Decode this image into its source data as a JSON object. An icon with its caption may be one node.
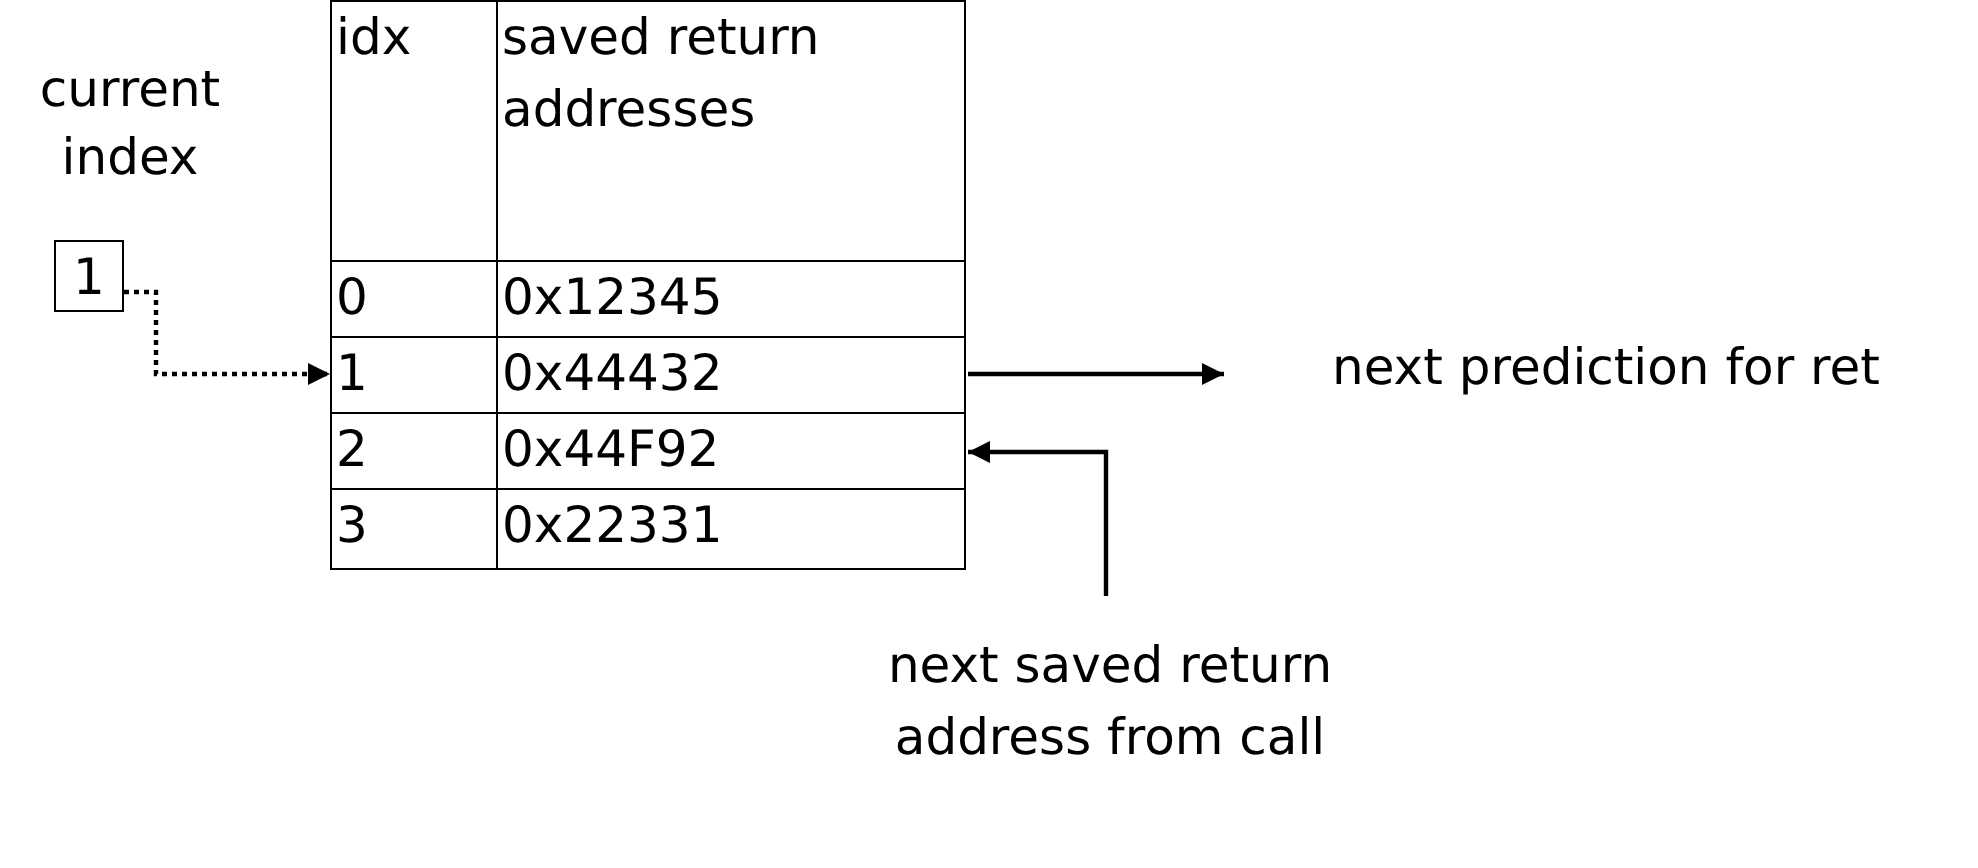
{
  "diagram": {
    "nodes": [
      {
        "text": [
          "current index",
          "1"
        ]
      },
      {
        "text": [
          "idx",
          "saved return addresses"
        ]
      },
      {
        "text": [
          "0",
          "0x12345"
        ]
      },
      {
        "text": [
          "1",
          "0x44432"
        ]
      },
      {
        "text": [
          "2",
          "0x44F92"
        ]
      },
      {
        "text": [
          "3",
          "0x22331"
        ]
      },
      {
        "text": [
          "next prediction for ret"
        ]
      },
      {
        "text": [
          "next saved return address from call"
        ]
      }
    ],
    "edges": [
      {
        "from": 0,
        "to": 3,
        "arrow": "to",
        "style": "dashed"
      },
      {
        "from": 3,
        "to": 6,
        "arrow": "to"
      },
      {
        "from": 7,
        "to": 4,
        "arrow": "to"
      }
    ]
  }
}
